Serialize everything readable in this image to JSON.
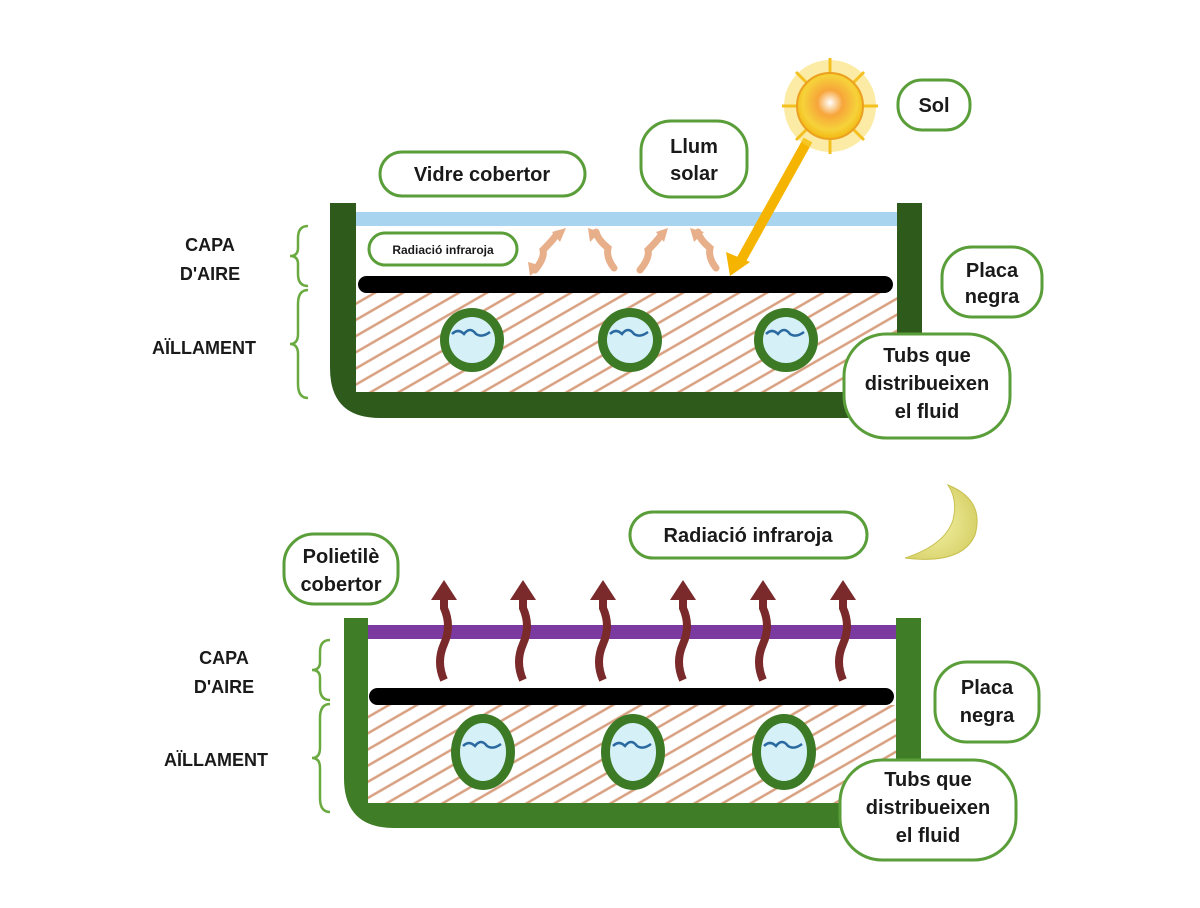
{
  "colors": {
    "frame_day": "#2e5a1c",
    "frame_night": "#3f7d26",
    "label_border": "#5a9e3a",
    "glass": "#a8d4f0",
    "polyethylene": "#7a3aa0",
    "black_plate": "#000000",
    "hatch": "#d8a080",
    "ir_day": "#e8b08a",
    "ir_night": "#7a2a2a",
    "sun_ray": "#f5b400",
    "water": "#d6f0f8"
  },
  "day_panel": {
    "left_labels": {
      "air_layer": [
        "CAPA",
        "D'AIRE"
      ],
      "insulation": "AÏLLAMENT"
    },
    "callouts": {
      "cover_glass": "Vidre cobertor",
      "sunlight": [
        "Llum",
        "solar"
      ],
      "sun": "Sol",
      "infrared": "Radiació infraroja",
      "black_plate": [
        "Placa",
        "negra"
      ],
      "tubes": [
        "Tubs que",
        "distribueixen",
        "el fluid"
      ]
    }
  },
  "night_panel": {
    "left_labels": {
      "air_layer": [
        "CAPA",
        "D'AIRE"
      ],
      "insulation": "AÏLLAMENT"
    },
    "callouts": {
      "cover_poly": [
        "Polietilè",
        "cobertor"
      ],
      "infrared": "Radiació infraroja",
      "black_plate": [
        "Placa",
        "negra"
      ],
      "tubes": [
        "Tubs que",
        "distribueixen",
        "el fluid"
      ]
    }
  }
}
